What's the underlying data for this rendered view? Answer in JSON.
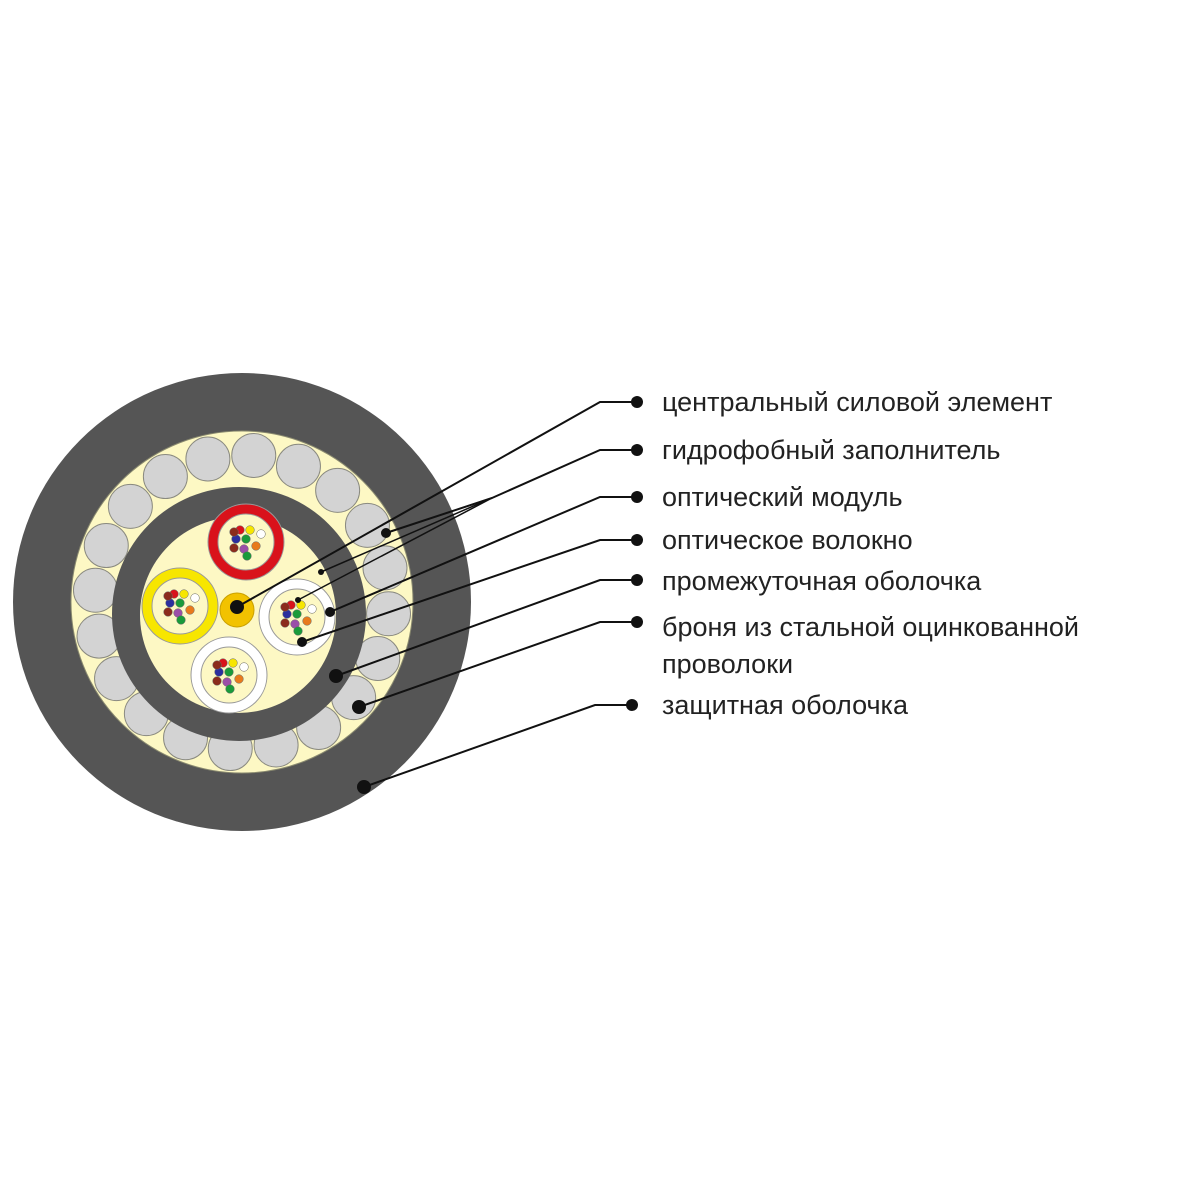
{
  "labels": [
    "центральный силовой элемент",
    "гидрофобный заполнитель",
    "оптический модуль",
    "оптическое волокно",
    "промежуточная оболочка",
    "броня из стальной оцинкованной",
    "проволоки",
    "защитная оболочка"
  ],
  "colors": {
    "sheath": "#555555",
    "filler": "#fdf8c4",
    "wire": "#d3d3d3",
    "module_red": "#d9121b",
    "module_yellow": "#f7e600",
    "module_white": "#ffffff",
    "central_member": "#f2c200",
    "fibers": [
      "#d9121b",
      "#f7e600",
      "#ffffff",
      "#2b2f9e",
      "#1a9a3a",
      "#8b2c1c",
      "#9b4fa8",
      "#e87a1c"
    ]
  }
}
